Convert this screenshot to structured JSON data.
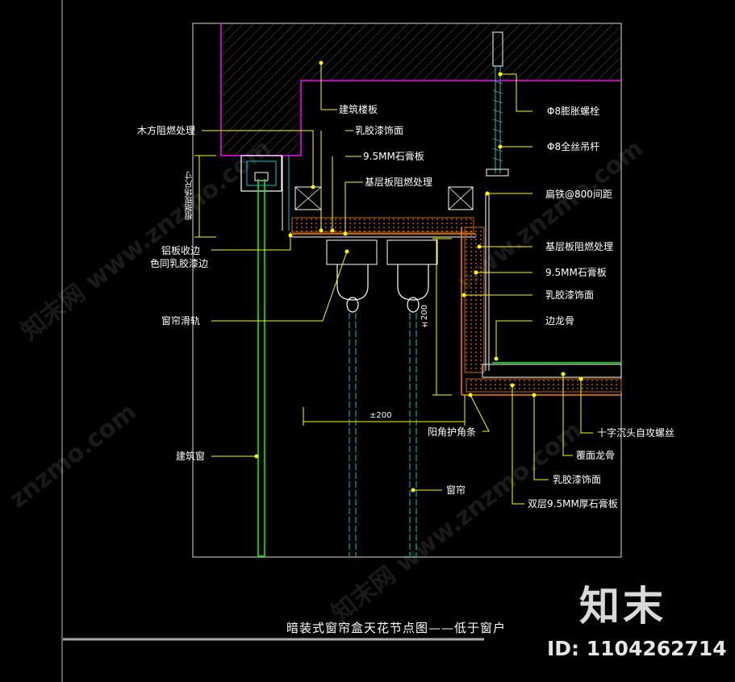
{
  "title": "暗装式窗帘盒天花节点图——低于窗户",
  "labels": {
    "building_slab": "建筑楼板",
    "wood_fireproof": "木方阻燃处理",
    "latex_paint_1": "乳胶漆饰面",
    "gypsum_95_1": "9.5MM石膏板",
    "base_board_fireproof_1": "基层板阻燃处理",
    "field_dim": "根据现场尺寸",
    "aluminum_trim_1": "铝板收边",
    "aluminum_trim_2": "色同乳胶漆边",
    "curtain_track": "窗帘滑轨",
    "building_window": "建筑窗",
    "expansion_bolt": "Φ8膨胀螺栓",
    "threaded_rod": "Φ8全丝吊杆",
    "flat_iron": "扁铁@800间距",
    "base_board_fireproof_2": "基层板阻燃处理",
    "gypsum_95_2": "9.5MM石膏板",
    "latex_paint_2": "乳胶漆饰面",
    "edge_keel": "边龙骨",
    "dim_200_v": "±200",
    "dim_200_h": "±200",
    "corner_strip": "阳角护角条",
    "curtain": "窗帘",
    "self_tapping_screw": "十字沉头自攻螺丝",
    "cover_keel": "覆面龙骨",
    "latex_paint_3": "乳胶漆饰面",
    "double_gypsum": "双层9.5MM厚石膏板"
  },
  "watermarks": [
    "知末网 www.znzmo.com",
    "知末网 www.znzmo.com",
    "www.znzmo.com",
    "znzmo.com"
  ],
  "brand": {
    "name": "知末",
    "id_text": "ID: 1104262714"
  },
  "colors": {
    "leader": "#ffff00",
    "outline": "#ffffff",
    "magenta": "#ff00ff",
    "green": "#00ff00",
    "orange": "#ff8000",
    "cyan": "#00c8c8",
    "board": "#c86400"
  }
}
